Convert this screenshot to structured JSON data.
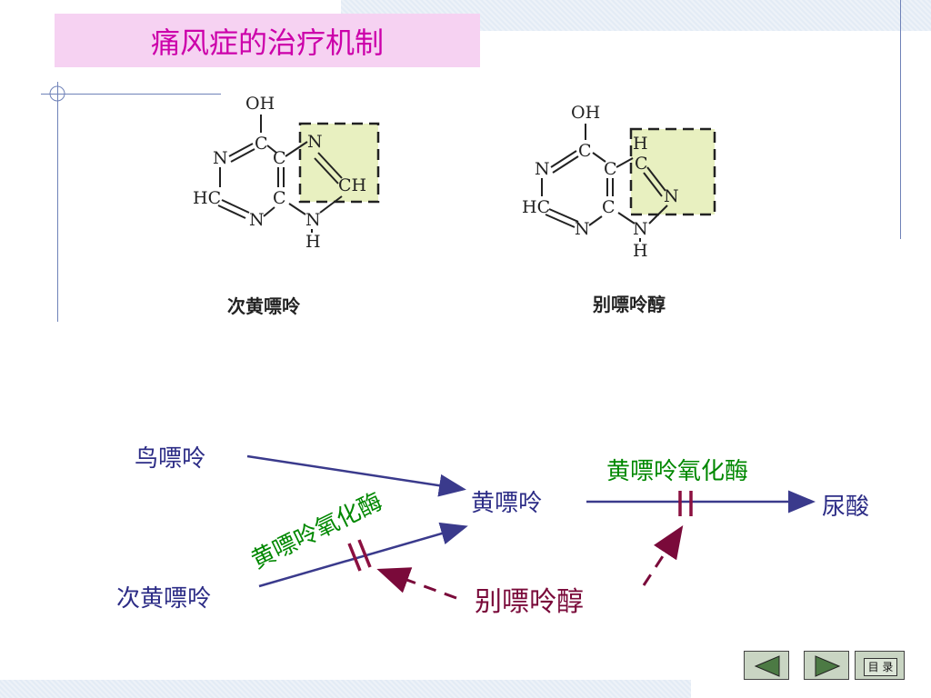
{
  "title": "痛风症的治疗机制",
  "structures": {
    "left": {
      "name": "次黄嘌呤",
      "atoms": {
        "oh": "OH",
        "n1": "N",
        "c2": "C",
        "c3": "C",
        "n4": "N",
        "hc": "HC",
        "c5": "C",
        "n6": "N",
        "ch": "CH",
        "n7": "N",
        "h": "H"
      }
    },
    "right": {
      "name": "别嘌呤醇",
      "atoms": {
        "oh": "OH",
        "n1": "N",
        "c2": "C",
        "c3": "C",
        "hc": "HC",
        "c5": "C",
        "n6": "N",
        "h1": "H",
        "c7": "C",
        "n8": "N",
        "n9": "N",
        "h": "H"
      }
    }
  },
  "pathway": {
    "guanine": "鸟嘌呤",
    "hypoxanthine": "次黄嘌呤",
    "xanthine": "黄嘌呤",
    "uric_acid": "尿酸",
    "enzyme_1": "黄嘌呤氧化酶",
    "enzyme_2": "黄嘌呤氧化酶",
    "inhibitor": "别嘌呤醇"
  },
  "colors": {
    "title": "#cc00aa",
    "title_bg": "#f6d2f2",
    "text_blue": "#2c2c86",
    "enzyme_green": "#008800",
    "inhibitor": "#7a0a3a",
    "block_mark": "#8b1040",
    "arrow": "#3a3a8c",
    "highlight": "#e8f0c0"
  },
  "nav": {
    "menu_label": "目 录",
    "prev_icon": "triangle-left-icon",
    "next_icon": "triangle-right-icon"
  }
}
